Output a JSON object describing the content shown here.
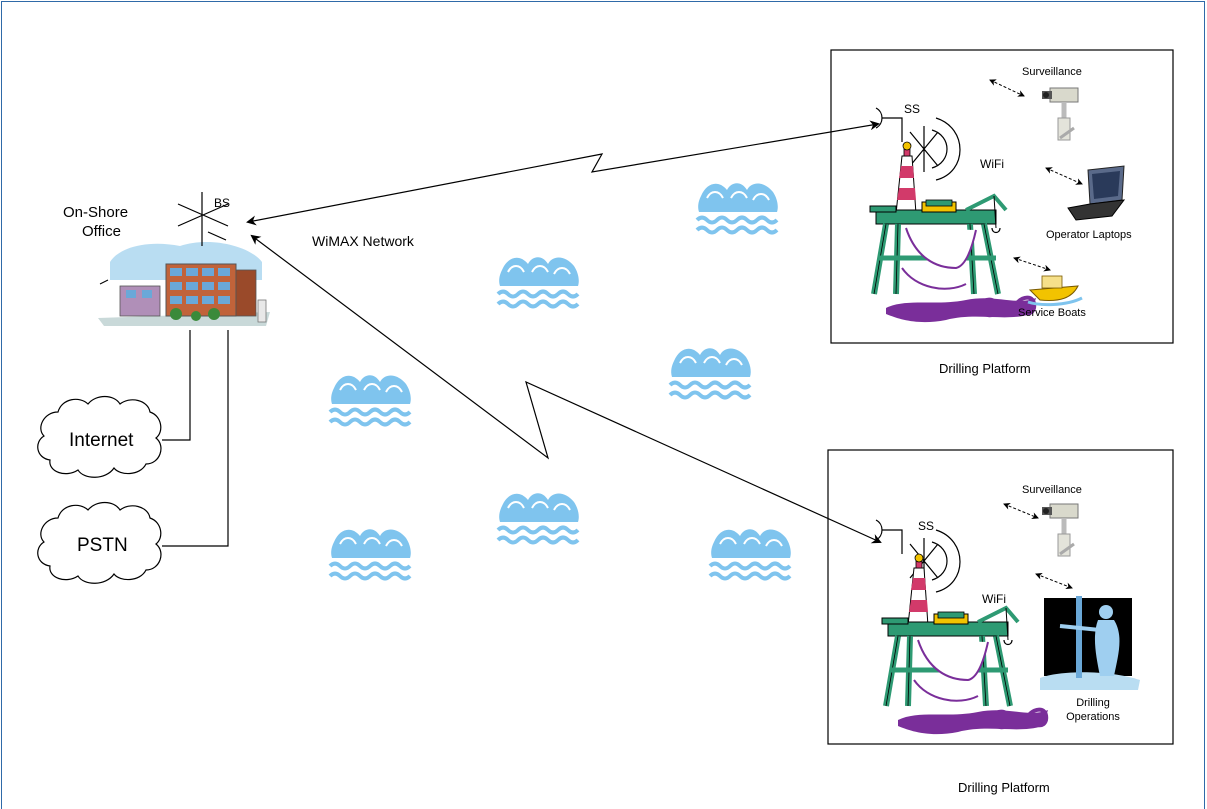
{
  "diagram": {
    "onshore": {
      "title_line1": "On-Shore",
      "title_line2": "Office",
      "bs_label": "BS"
    },
    "network_label": "WiMAX Network",
    "clouds": {
      "internet": "Internet",
      "pstn": "PSTN"
    },
    "platform_top": {
      "caption": "Drilling Platform",
      "ss_label": "SS",
      "wifi_label": "WiFi",
      "surveillance_label": "Surveillance",
      "laptops_label": "Operator Laptops",
      "boats_label": "Service Boats"
    },
    "platform_bottom": {
      "caption": "Drilling Platform",
      "ss_label": "SS",
      "wifi_label": "WiFi",
      "surveillance_label": "Surveillance",
      "drilling_line1": "Drilling",
      "drilling_line2": "Operations"
    }
  },
  "colors": {
    "frame": "#2f6aa8",
    "wave": "#7fc4ee",
    "sky": "#b9ddf2",
    "building": "#c1633a",
    "platform_green": "#2e9a73",
    "platform_purple": "#7a2e9a",
    "platform_pink": "#d23a6a"
  },
  "icons": [
    "wave-icon",
    "office-building-icon",
    "antenna-icon",
    "cloud-icon",
    "drilling-rig-icon",
    "camera-icon",
    "laptop-icon",
    "boat-icon",
    "worker-icon"
  ]
}
